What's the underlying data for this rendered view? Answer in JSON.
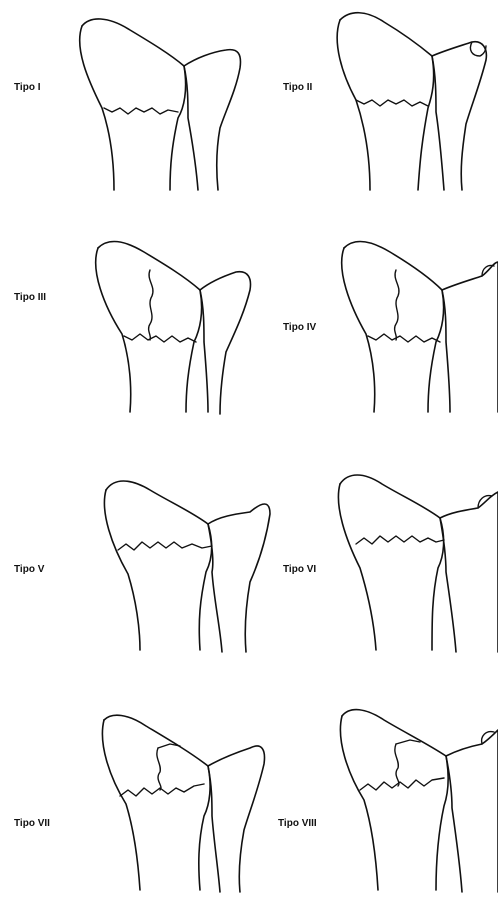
{
  "figure": {
    "panels": [
      {
        "label": "Tipo I"
      },
      {
        "label": "Tipo II"
      },
      {
        "label": "Tipo III"
      },
      {
        "label": "Tipo IV"
      },
      {
        "label": "Tipo V"
      },
      {
        "label": "Tipo VI"
      },
      {
        "label": "Tipo VII"
      },
      {
        "label": "Tipo VIII"
      }
    ]
  }
}
